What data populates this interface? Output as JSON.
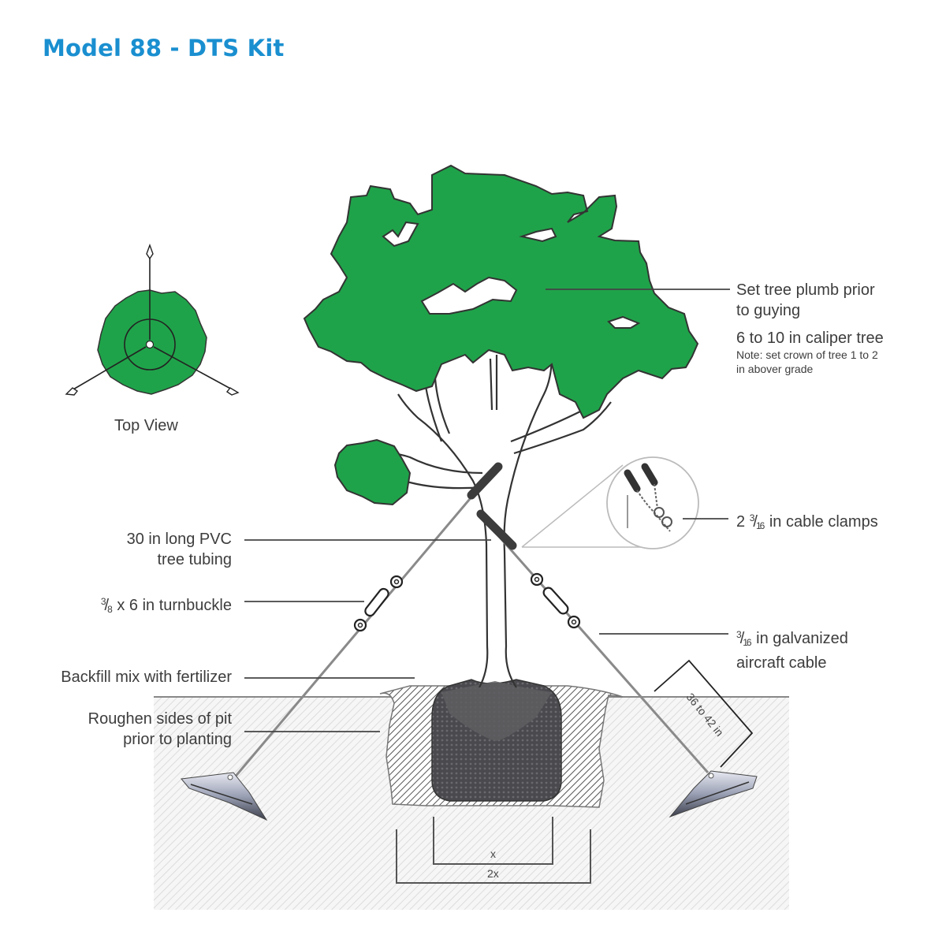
{
  "title": "Model 88 - DTS Kit",
  "colors": {
    "title": "#1a8fd0",
    "foliage": "#1fa34a",
    "outline": "#333333",
    "cable": "#8a8a8a",
    "rootball": "#555559",
    "hatch": "#cfcfcf",
    "text": "#3d3d3d"
  },
  "top_view": {
    "caption": "Top View",
    "icons": [
      "tree-canopy-top-icon",
      "anchor-arrow-icon",
      "guy-cable-icon"
    ]
  },
  "callouts": {
    "plumb": {
      "line1": "Set tree plumb prior",
      "line2": "to guying"
    },
    "caliper": {
      "text": "6 to 10 in caliper tree"
    },
    "note": {
      "line1": "Note: set crown of tree 1 to 2",
      "line2": "in abover grade"
    },
    "clamps": {
      "prefix": "2 ",
      "num": "3",
      "den": "16",
      "suffix": " in cable clamps"
    },
    "pvc": {
      "line1": "30 in long PVC",
      "line2": "tree tubing"
    },
    "turnbuckle": {
      "num": "3",
      "den": "8",
      "suffix": " x 6 in turnbuckle"
    },
    "cable": {
      "num": "3",
      "den": "16",
      "line1_suffix": " in galvanized",
      "line2": "aircraft cable"
    },
    "backfill": {
      "text": "Backfill mix with fertilizer"
    },
    "roughen": {
      "line1": "Roughen sides of pit",
      "line2": "prior to planting"
    }
  },
  "dimensions": {
    "anchor_depth": "36 to 42 in",
    "rootball_width": "x",
    "pit_width": "2x"
  }
}
